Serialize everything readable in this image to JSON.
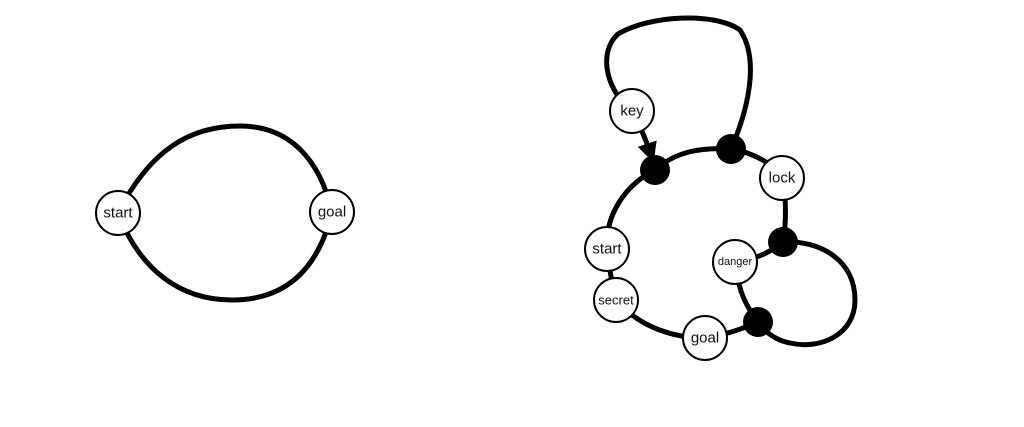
{
  "diagrams": [
    {
      "nodes": [
        {
          "id": "start",
          "label": "start"
        },
        {
          "id": "goal",
          "label": "goal"
        }
      ]
    },
    {
      "nodes": [
        {
          "id": "key",
          "label": "key"
        },
        {
          "id": "lock",
          "label": "lock"
        },
        {
          "id": "start",
          "label": "start"
        },
        {
          "id": "danger",
          "label": "danger"
        },
        {
          "id": "secret",
          "label": "secret"
        },
        {
          "id": "goal",
          "label": "goal"
        }
      ]
    }
  ]
}
